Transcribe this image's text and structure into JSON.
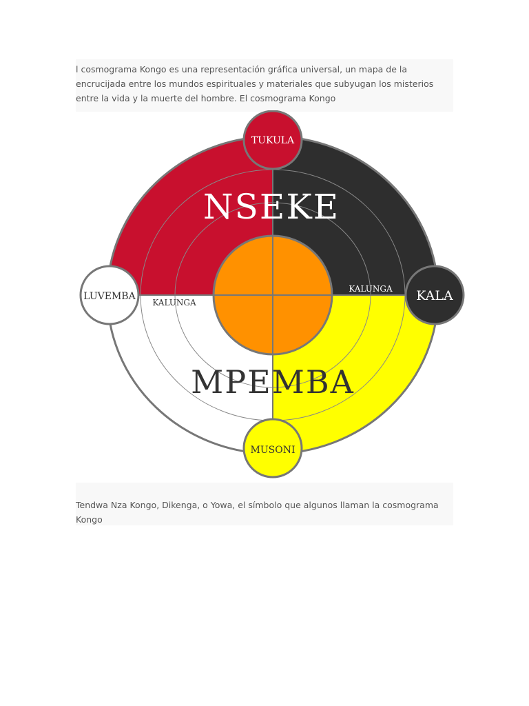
{
  "intro_text": "l cosmograma Kongo es una representación gráfica universal, un mapa de la encrucijada entre los mundos espirituales y materiales que subyugan los misterios entre la vida y la muerte del hombre. El cosmograma Kongo",
  "caption_text": "Tendwa Nza Kongo, Dikenga, o Yowa, el símbolo que algunos llaman la cosmograma Kongo",
  "diagram": {
    "upper_label": "NSEKE",
    "lower_label": "MPEMBA",
    "kalunga_left": "KALUNGA",
    "kalunga_right": "KALUNGA",
    "nodes": {
      "top": "TUKULA",
      "left": "LUVEMBA",
      "right": "KALA",
      "bottom": "MUSONI"
    },
    "colors": {
      "red": "#c8102e",
      "black": "#2e2e2e",
      "white": "#ffffff",
      "yellow": "#ffff00",
      "orange": "#ff9100",
      "stroke": "#777777"
    }
  }
}
